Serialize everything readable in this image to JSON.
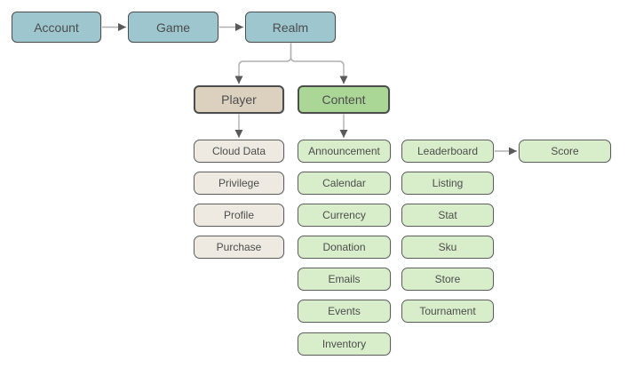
{
  "colors": {
    "background": "#ffffff",
    "blue_fill": "#9dc6cf",
    "tan_fill": "#dcd0bf",
    "tan_light_fill": "#eeeae1",
    "green_fill": "#abd796",
    "green_light_fill": "#d8eeca",
    "node_border": "#4d4d4d",
    "child_border": "#5f5f5f",
    "connector_line": "#b0b0b0",
    "arrowhead_fill": "#5a5a5a",
    "text": "#4d4d4d"
  },
  "nodes": {
    "account": {
      "label": "Account"
    },
    "game": {
      "label": "Game"
    },
    "realm": {
      "label": "Realm"
    },
    "player": {
      "label": "Player"
    },
    "content": {
      "label": "Content"
    },
    "cloud_data": {
      "label": "Cloud Data"
    },
    "privilege": {
      "label": "Privilege"
    },
    "profile": {
      "label": "Profile"
    },
    "purchase": {
      "label": "Purchase"
    },
    "announcement": {
      "label": "Announcement"
    },
    "calendar": {
      "label": "Calendar"
    },
    "currency": {
      "label": "Currency"
    },
    "donation": {
      "label": "Donation"
    },
    "emails": {
      "label": "Emails"
    },
    "events": {
      "label": "Events"
    },
    "inventory": {
      "label": "Inventory"
    },
    "leaderboard": {
      "label": "Leaderboard"
    },
    "listing": {
      "label": "Listing"
    },
    "stat": {
      "label": "Stat"
    },
    "sku": {
      "label": "Sku"
    },
    "store": {
      "label": "Store"
    },
    "tournament": {
      "label": "Tournament"
    },
    "score": {
      "label": "Score"
    }
  },
  "edges": [
    {
      "from": "account",
      "to": "game"
    },
    {
      "from": "game",
      "to": "realm"
    },
    {
      "from": "realm",
      "to": "player"
    },
    {
      "from": "realm",
      "to": "content"
    },
    {
      "from": "player",
      "to": "cloud_data"
    },
    {
      "from": "content",
      "to": "announcement"
    },
    {
      "from": "leaderboard",
      "to": "score"
    }
  ]
}
